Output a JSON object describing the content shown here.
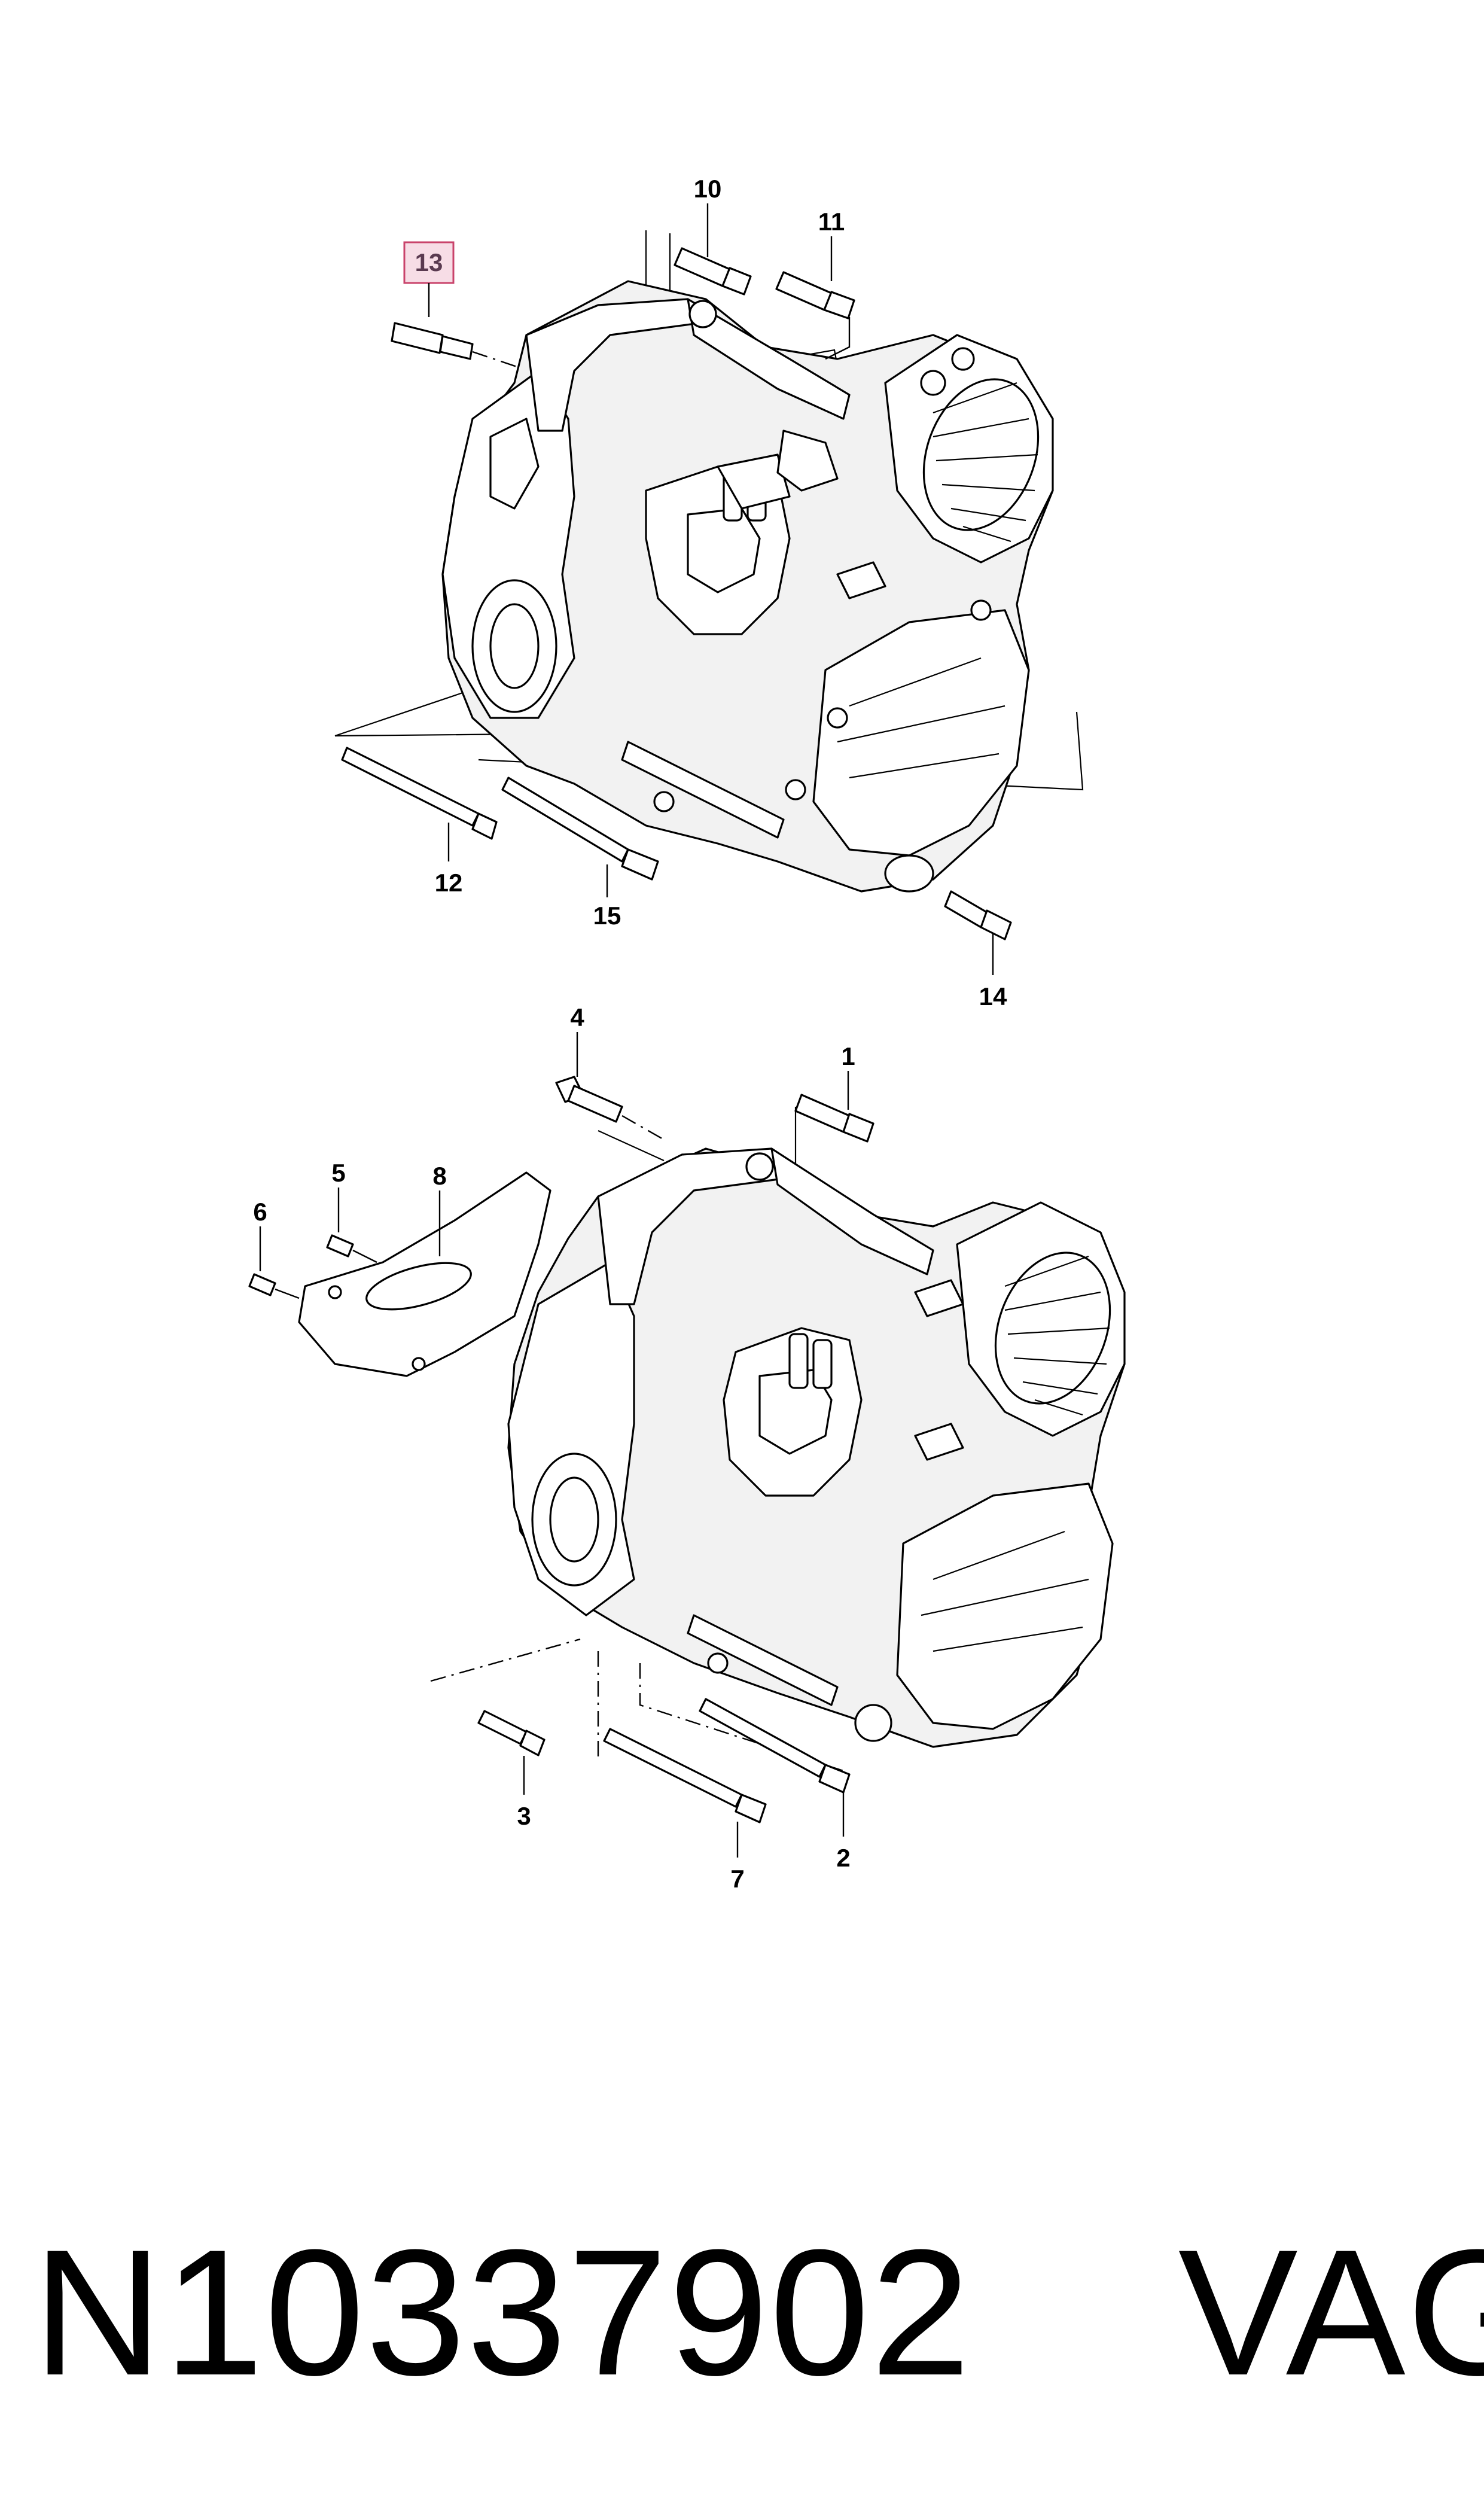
{
  "callouts": {
    "c1": "1",
    "c2": "2",
    "c3": "3",
    "c4": "4",
    "c5": "5",
    "c6": "6",
    "c7": "7",
    "c8": "8",
    "c10": "10",
    "c11": "11",
    "c12": "12",
    "c13": "13",
    "c14": "14",
    "c15": "15"
  },
  "highlight": {
    "callout": "13",
    "fill": "#f7dde6",
    "border": "#c9436b"
  },
  "footer": {
    "part_number": "N10337902",
    "brand": "VAG"
  }
}
